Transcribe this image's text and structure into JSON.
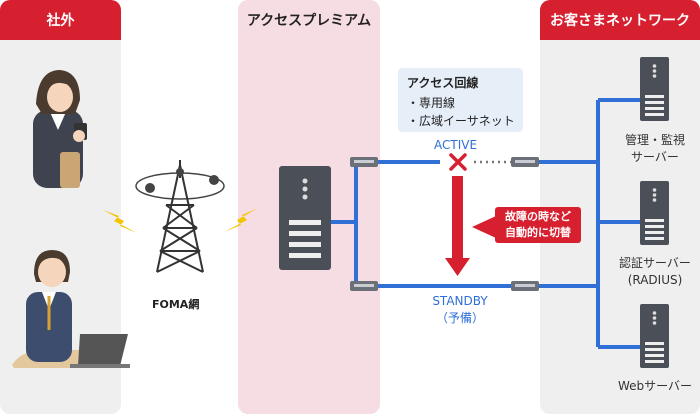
{
  "panels": {
    "left": {
      "title": "社外"
    },
    "middle": {
      "title": "アクセスプレミアム"
    },
    "right": {
      "title": "お客さまネットワーク"
    }
  },
  "access_line_box": {
    "title": "アクセス回線",
    "items": [
      "・専用線",
      "・広域イーサネット"
    ]
  },
  "links": {
    "active_label": "ACTIVE",
    "standby_label": "STANDBY",
    "standby_sub": "（予備）"
  },
  "failover_callout": {
    "lines": [
      "故障の時など",
      "自動的に切替"
    ]
  },
  "foma_label": "FOMA網",
  "servers": [
    {
      "lines": [
        "管理・監視",
        "サーバー"
      ]
    },
    {
      "lines": [
        "認証サーバー",
        "(RADIUS)"
      ]
    },
    {
      "lines": [
        "Webサーバー"
      ]
    }
  ],
  "colors": {
    "brand_red": "#d7202f",
    "link_blue": "#2f6fd6",
    "panel_gray": "#efefef",
    "panel_pink": "#f6dde3",
    "info_box": "#e6eef8",
    "lightning": "#f4c400"
  }
}
